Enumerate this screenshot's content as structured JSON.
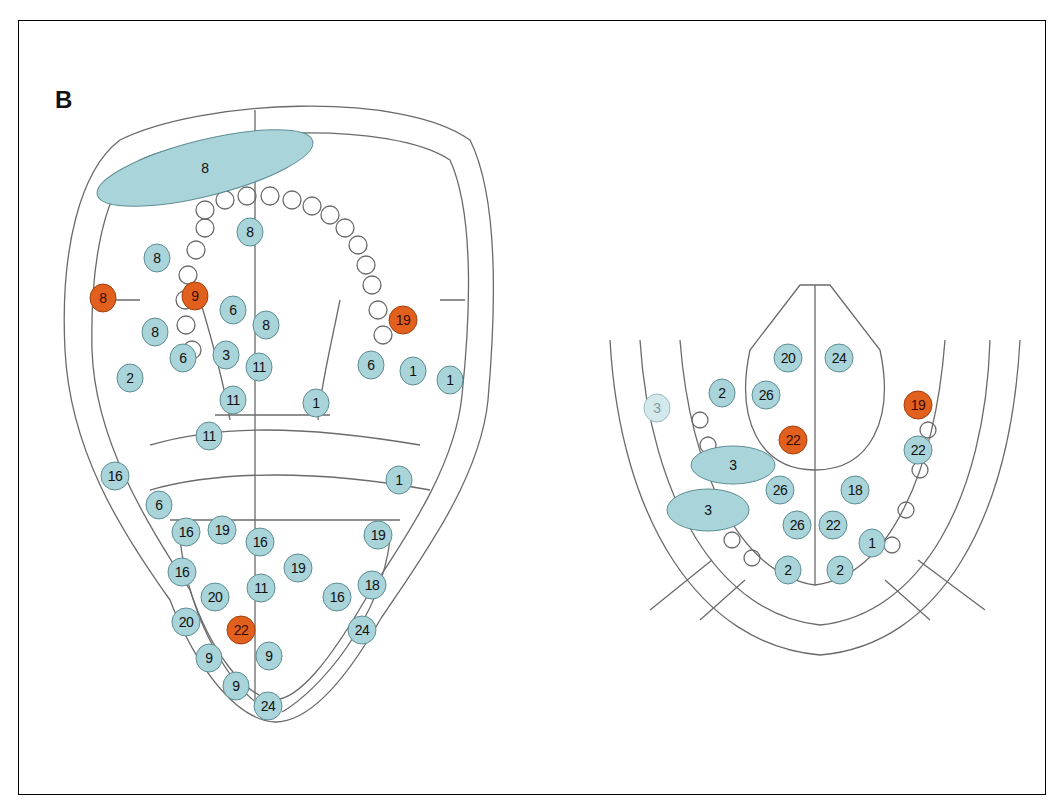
{
  "diagram": {
    "nodes": [
      {
        "text": [
          "8"
        ]
      },
      {
        "text": [
          "8"
        ]
      },
      {
        "text": [
          "8"
        ]
      },
      {
        "text": [
          "8"
        ]
      },
      {
        "text": [
          "9"
        ]
      },
      {
        "text": [
          "6"
        ]
      },
      {
        "text": [
          "8"
        ]
      },
      {
        "text": [
          "19"
        ]
      },
      {
        "text": [
          "8"
        ]
      },
      {
        "text": [
          "6"
        ]
      },
      {
        "text": [
          "3"
        ]
      },
      {
        "text": [
          "11"
        ]
      },
      {
        "text": [
          "6"
        ]
      },
      {
        "text": [
          "1"
        ]
      },
      {
        "text": [
          "1"
        ]
      },
      {
        "text": [
          "2"
        ]
      },
      {
        "text": [
          "11"
        ]
      },
      {
        "text": [
          "1"
        ]
      },
      {
        "text": [
          "11"
        ]
      },
      {
        "text": [
          "16"
        ]
      },
      {
        "text": [
          "1"
        ]
      },
      {
        "text": [
          "6"
        ]
      },
      {
        "text": [
          "16"
        ]
      },
      {
        "text": [
          "19"
        ]
      },
      {
        "text": [
          "16"
        ]
      },
      {
        "text": [
          "19"
        ]
      },
      {
        "text": [
          "19"
        ]
      },
      {
        "text": [
          "16"
        ]
      },
      {
        "text": [
          "20"
        ]
      },
      {
        "text": [
          "11"
        ]
      },
      {
        "text": [
          "18"
        ]
      },
      {
        "text": [
          "16"
        ]
      },
      {
        "text": [
          "20"
        ]
      },
      {
        "text": [
          "22"
        ]
      },
      {
        "text": [
          "24"
        ]
      },
      {
        "text": [
          "9"
        ]
      },
      {
        "text": [
          "9"
        ]
      },
      {
        "text": [
          "9"
        ]
      },
      {
        "text": [
          "24"
        ]
      },
      {
        "text": [
          "20"
        ]
      },
      {
        "text": [
          "24"
        ]
      },
      {
        "text": [
          "2"
        ]
      },
      {
        "text": [
          "3"
        ]
      },
      {
        "text": [
          "26"
        ]
      },
      {
        "text": [
          "19"
        ]
      },
      {
        "text": [
          "22"
        ]
      },
      {
        "text": [
          "22"
        ]
      },
      {
        "text": [
          "3"
        ]
      },
      {
        "text": [
          "26"
        ]
      },
      {
        "text": [
          "18"
        ]
      },
      {
        "text": [
          "3"
        ]
      },
      {
        "text": [
          "26"
        ]
      },
      {
        "text": [
          "22"
        ]
      },
      {
        "text": [
          "1"
        ]
      },
      {
        "text": [
          "2"
        ]
      },
      {
        "text": [
          "2"
        ]
      }
    ],
    "labels": [
      "B"
    ]
  }
}
